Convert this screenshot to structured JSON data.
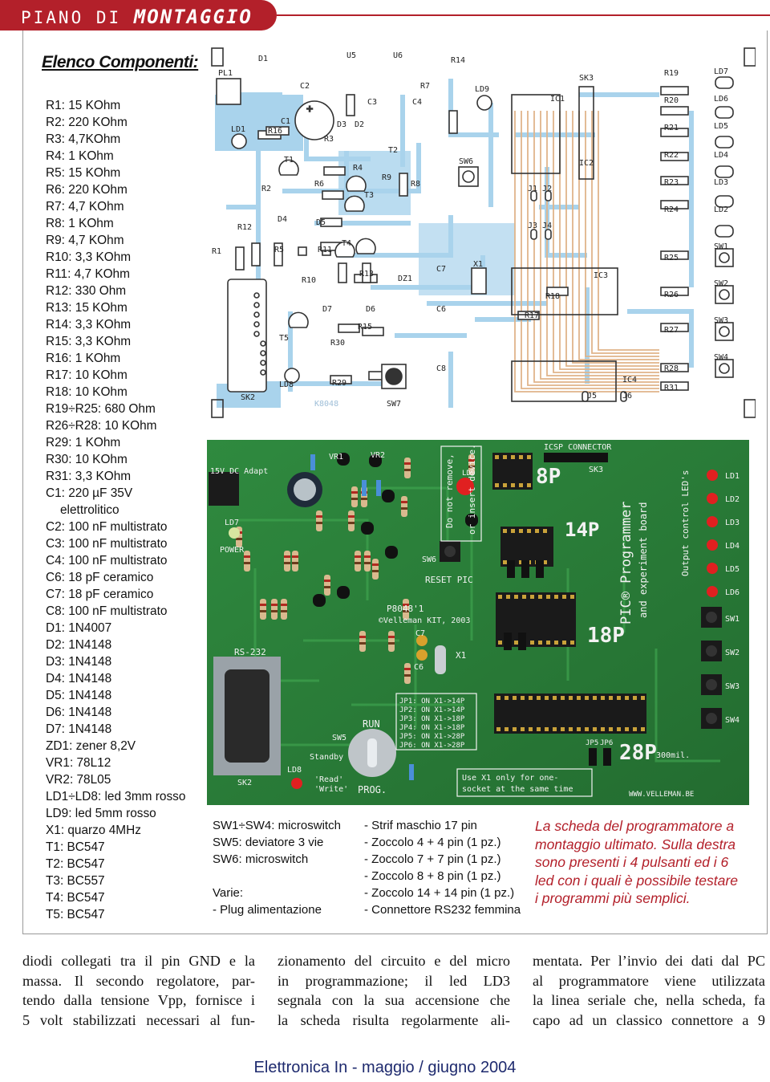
{
  "header": {
    "prefix": "PIANO DI",
    "title": "MONTAGGIO"
  },
  "list_title": "Elenco Componenti:",
  "components": [
    "R1: 15 KOhm",
    "R2: 220 KOhm",
    "R3: 4,7KOhm",
    "R4: 1 KOhm",
    "R5: 15 KOhm",
    "R6: 220 KOhm",
    "R7: 4,7 KOhm",
    "R8: 1 KOhm",
    "R9: 4,7 KOhm",
    "R10: 3,3 KOhm",
    "R11: 4,7 KOhm",
    "R12: 330 Ohm",
    "R13: 15 KOhm",
    "R14: 3,3 KOhm",
    "R15: 3,3 KOhm",
    "R16: 1 KOhm",
    "R17: 10 KOhm",
    "R18: 10 KOhm",
    "R19÷R25: 680 Ohm",
    "R26÷R28: 10 KOhm",
    "R29: 1 KOhm",
    "R30: 10 KOhm",
    "R31: 3,3 KOhm",
    "C1: 220 µF 35V",
    "elettrolitico",
    "C2: 100 nF multistrato",
    "C3: 100 nF multistrato",
    "C4: 100 nF multistrato",
    "C6: 18 pF ceramico",
    "C7: 18 pF ceramico",
    "C8: 100 nF multistrato",
    "D1: 1N4007",
    "D2: 1N4148",
    "D3: 1N4148",
    "D4: 1N4148",
    "D5: 1N4148",
    "D6: 1N4148",
    "D7: 1N4148",
    "ZD1: zener 8,2V",
    "VR1: 78L12",
    "VR2: 78L05",
    "LD1÷LD8: led 3mm rosso",
    "LD9: led 5mm rosso",
    "X1: quarzo 4MHz",
    "T1: BC547",
    "T2: BC547",
    "T3: BC557",
    "T4: BC547",
    "T5: BC547"
  ],
  "pcb_labels": {
    "pl1": "PL1",
    "d1": "D1",
    "u5": "U5",
    "u6": "U6",
    "r14": "R14",
    "sk3": "SK3",
    "r19": "R19",
    "ld7": "LD7",
    "c2": "C2",
    "c1": "C1",
    "ld1": "LD1",
    "r16": "R16",
    "d3": "D3",
    "d2": "D2",
    "c3": "C3",
    "c4": "C4",
    "r7": "R7",
    "ld9": "LD9",
    "ic1": "IC1",
    "r20": "R20",
    "ld6": "LD6",
    "r3": "R3",
    "t2": "T2",
    "r21": "R21",
    "ld5": "LD5",
    "t1": "T1",
    "r4": "R4",
    "sw6": "SW6",
    "ic2": "IC2",
    "r22": "R22",
    "ld4": "LD4",
    "r9": "R9",
    "r8": "R8",
    "r2": "R2",
    "r6": "R6",
    "t3": "T3",
    "j1j2": "J1 J2",
    "r23": "R23",
    "ld3": "LD3",
    "d4": "D4",
    "d5": "D5",
    "r24": "R24",
    "ld2": "LD2",
    "r12": "R12",
    "j3j4": "J3 J4",
    "r5": "R5",
    "r1": "R1",
    "t4": "T4",
    "sw1": "SW1",
    "r11": "R11",
    "r13": "R13",
    "c7": "C7",
    "x1": "X1",
    "r25": "R25",
    "r10": "R10",
    "dz1": "DZ1",
    "ic3": "IC3",
    "sw2": "SW2",
    "c6": "C6",
    "r18": "R18",
    "r26": "R26",
    "d7": "D7",
    "d6": "D6",
    "r17": "R17",
    "sw3": "SW3",
    "r15": "R15",
    "t5": "T5",
    "r27": "R27",
    "r30": "R30",
    "sw4": "SW4",
    "c8": "C8",
    "ic4": "IC4",
    "r28": "R28",
    "ld8": "LD8",
    "r29": "R29",
    "r31": "R31",
    "sk2": "SK2",
    "k8048": "K8048",
    "sw7": "SW7",
    "j5": "J5",
    "j6": "J6"
  },
  "photo_labels": {
    "dc": "15V DC Adapt",
    "icsp": "ICSP CONNECTOR",
    "sk3": "SK3",
    "p8": "8P",
    "p14": "14P",
    "p18": "18P",
    "p28": "28P",
    "p28sub": "300mil.",
    "vr1": "VR1",
    "vr2": "VR2",
    "ld7": "LD7",
    "power": "POWER",
    "notremove": "Do not remove,",
    "orinsert": "or insert device.",
    "ld9": "LD9",
    "sw6": "SW6",
    "reset": "RESET PIC",
    "prog_title": "PIC® Programmer",
    "prog_sub": "and experiment board",
    "output": "Output control LED's",
    "kit": "P8048'1",
    "velleman": "©Velleman KIT, 2003",
    "rs232": "RS-232",
    "sk2": "SK2",
    "sw5": "SW5",
    "run": "RUN",
    "standby": "Standby",
    "read": "'Read'",
    "write": "'Write'",
    "prog": "PROG.",
    "ld8": "LD8",
    "c7": "C7",
    "c6": "C6",
    "x1": "X1",
    "jp1": "JP1: ON X1->14P",
    "jp2": "JP2: ON X1->14P",
    "jp3": "JP3: ON X1->18P",
    "jp4": "JP4: ON X1->18P",
    "jp5": "JP5: ON X1->28P",
    "jp6": "JP6: ON X1->28P",
    "jp5lbl": "JP5",
    "jp6lbl": "JP6",
    "useone": "Use X1 only for one-",
    "socket": "socket at the same time",
    "web": "WWW.VELLEMAN.BE",
    "ld": [
      "LD1",
      "LD2",
      "LD3",
      "LD4",
      "LD5",
      "LD6"
    ],
    "sw": [
      "SW1",
      "SW2",
      "SW3",
      "SW4"
    ]
  },
  "list2": [
    "SW1÷SW4: microswitch",
    "SW5: deviatore 3 vie",
    "SW6: microswitch",
    "",
    "Varie:",
    "- Plug alimentazione"
  ],
  "list3": [
    "- Strif maschio 17 pin",
    "- Zoccolo 4 + 4 pin (1 pz.)",
    "- Zoccolo 7 + 7 pin (1 pz.)",
    "- Zoccolo 8 + 8 pin (1 pz.)",
    "- Zoccolo 14 + 14 pin (1 pz.)",
    "- Connettore RS232 femmina"
  ],
  "caption": [
    "La scheda del programmatore a",
    "montaggio ultimato. Sulla destra",
    "sono presenti i 4 pulsanti ed i 6",
    "led con i quali è possibile testare",
    "i programmi più semplici."
  ],
  "body": [
    [
      "diodi collegati tra il pin GND e la",
      "massa. Il secondo regolatore, par-",
      "tendo dalla tensione Vpp, fornisce i",
      "5 volt stabilizzati necessari al fun-"
    ],
    [
      "zionamento del circuito e del micro",
      "in programmazione; il led LD3",
      "segnala con la sua accensione che",
      "la scheda risulta regolarmente ali-"
    ],
    [
      "mentata. Per l’invio dei dati dal PC",
      "al programmatore viene utilizzata",
      "la linea seriale che, nella scheda, fa",
      "capo ad un classico connettore a 9"
    ]
  ],
  "footer": {
    "magazine": "Elettronica In - maggio / giugno ",
    "year": "2004"
  },
  "colors": {
    "accent": "#b3202a",
    "copper": "#a9d3ec",
    "silk": "#333333",
    "pcb_green": "#2f7d3b"
  }
}
